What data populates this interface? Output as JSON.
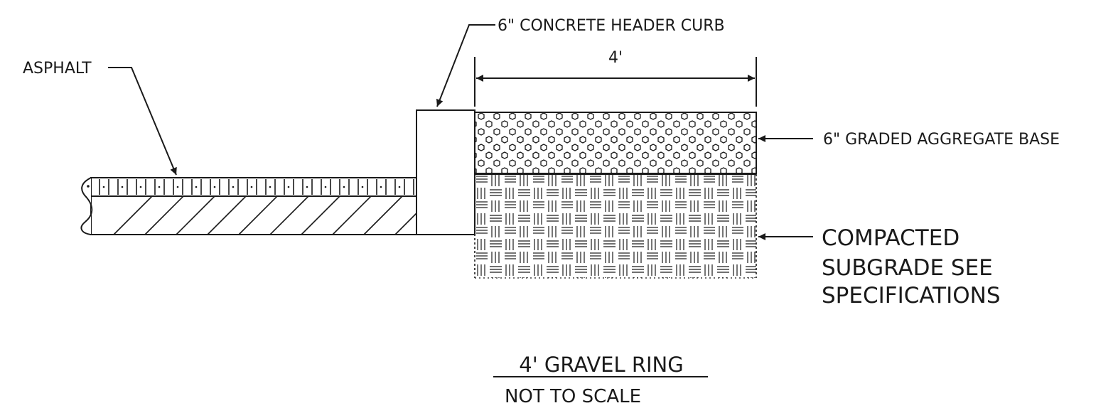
{
  "labels": {
    "curb": "6\" CONCRETE HEADER CURB",
    "dimension": "4'",
    "asphalt": "ASPHALT",
    "base": "6\" GRADED AGGREGATE  BASE",
    "subgrade_line1": "COMPACTED",
    "subgrade_line2": "SUBGRADE SEE",
    "subgrade_line3": "SPECIFICATIONS"
  },
  "title": {
    "main": "4'  GRAVEL  RING",
    "scale": "NOT TO SCALE"
  },
  "colors": {
    "ink": "#1a1a1a",
    "paper": "#ffffff"
  }
}
